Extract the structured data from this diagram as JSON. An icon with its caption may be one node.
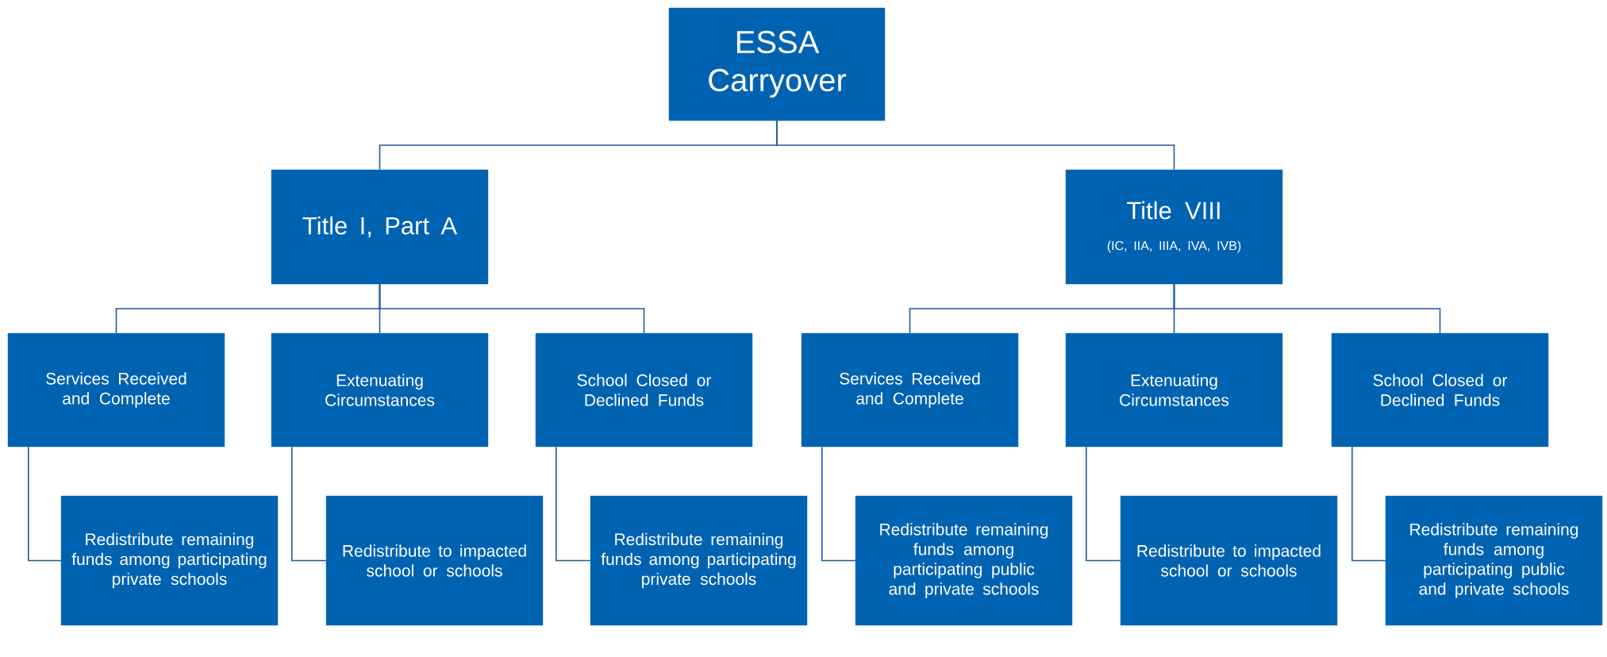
{
  "diagram": {
    "nodes": [
      {
        "text": [
          "ESSA Carryover"
        ]
      },
      {
        "text": [
          "Title I, Part A"
        ]
      },
      {
        "text": [
          "Title VIII",
          "(IC, IIA, IIIA, IVA, IVB)"
        ]
      },
      {
        "text": [
          "Services Received and Complete"
        ]
      },
      {
        "text": [
          "Extenuating Circumstances"
        ]
      },
      {
        "text": [
          "School Closed or Declined Funds"
        ]
      },
      {
        "text": [
          "Services Received and Complete"
        ]
      },
      {
        "text": [
          "Extenuating Circumstances"
        ]
      },
      {
        "text": [
          "School Closed or Declined Funds"
        ]
      },
      {
        "text": [
          "Redistribute remaining funds among participating private schools"
        ]
      },
      {
        "text": [
          "Redistribute to impacted school or schools"
        ]
      },
      {
        "text": [
          "Redistribute remaining funds among participating private schools"
        ]
      },
      {
        "text": [
          "Redistribute remaining funds among participating public and private schools"
        ]
      },
      {
        "text": [
          "Redistribute to impacted school or schools"
        ]
      },
      {
        "text": [
          "Redistribute remaining funds among participating public and private schools"
        ]
      }
    ],
    "edges": [
      {
        "from": 0,
        "to": 1,
        "arrow": "none"
      },
      {
        "from": 0,
        "to": 2,
        "arrow": "none"
      },
      {
        "from": 1,
        "to": 3,
        "arrow": "none"
      },
      {
        "from": 1,
        "to": 4,
        "arrow": "none"
      },
      {
        "from": 1,
        "to": 5,
        "arrow": "none"
      },
      {
        "from": 2,
        "to": 6,
        "arrow": "none"
      },
      {
        "from": 2,
        "to": 7,
        "arrow": "none"
      },
      {
        "from": 2,
        "to": 8,
        "arrow": "none"
      },
      {
        "from": 3,
        "to": 9,
        "arrow": "none"
      },
      {
        "from": 4,
        "to": 10,
        "arrow": "none"
      },
      {
        "from": 5,
        "to": 11,
        "arrow": "none"
      },
      {
        "from": 6,
        "to": 12,
        "arrow": "none"
      },
      {
        "from": 7,
        "to": 13,
        "arrow": "none"
      },
      {
        "from": 8,
        "to": 14,
        "arrow": "none"
      }
    ]
  }
}
